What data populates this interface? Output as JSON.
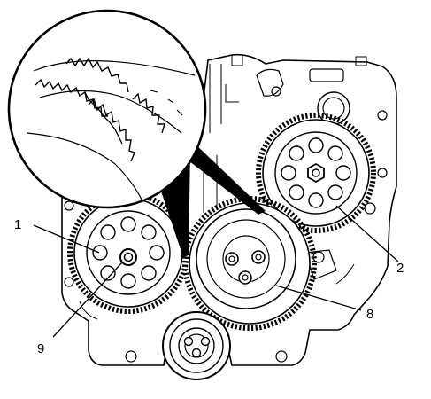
{
  "diagram": {
    "callouts": [
      {
        "id": "1",
        "text": "1"
      },
      {
        "id": "2",
        "text": "2"
      },
      {
        "id": "8",
        "text": "8"
      },
      {
        "id": "9",
        "text": "9"
      }
    ],
    "colors": {
      "line": "#000000",
      "background": "#ffffff"
    }
  }
}
